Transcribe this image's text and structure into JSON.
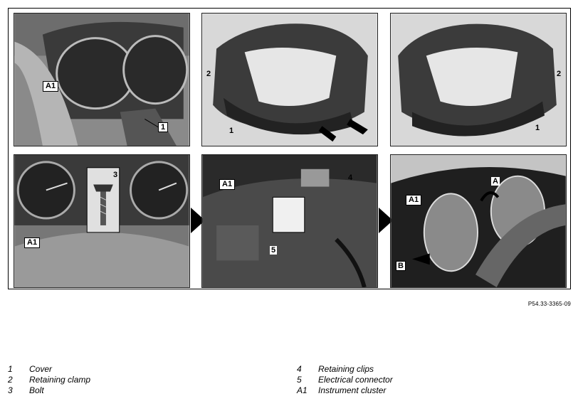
{
  "figure_code": "P54.33-3365-09",
  "callouts": {
    "a1": "A1",
    "one": "1",
    "two": "2",
    "three": "3",
    "four": "4",
    "five": "5",
    "a": "A",
    "b": "B"
  },
  "legend": {
    "left": [
      {
        "key": "1",
        "label": "Cover"
      },
      {
        "key": "2",
        "label": "Retaining clamp"
      },
      {
        "key": "3",
        "label": "Bolt"
      }
    ],
    "right": [
      {
        "key": "4",
        "label": "Retaining clips"
      },
      {
        "key": "5",
        "label": "Electrical connector"
      },
      {
        "key": "A1",
        "label": "Instrument cluster"
      }
    ]
  }
}
